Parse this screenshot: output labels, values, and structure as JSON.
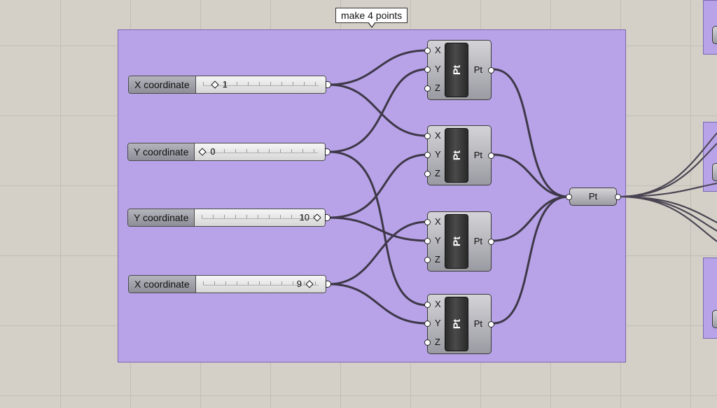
{
  "group": {
    "label": "make 4 points",
    "color": "#b8a3e8"
  },
  "sliders": [
    {
      "name": "X coordinate",
      "value": "1"
    },
    {
      "name": "Y coordinate",
      "value": "0"
    },
    {
      "name": "Y coordinate",
      "value": "10"
    },
    {
      "name": "X coordinate",
      "value": "9"
    }
  ],
  "components": [
    {
      "body": "Pt",
      "inputs": [
        "X",
        "Y",
        "Z"
      ],
      "output": "Pt"
    },
    {
      "body": "Pt",
      "inputs": [
        "X",
        "Y",
        "Z"
      ],
      "output": "Pt"
    },
    {
      "body": "Pt",
      "inputs": [
        "X",
        "Y",
        "Z"
      ],
      "output": "Pt"
    },
    {
      "body": "Pt",
      "inputs": [
        "X",
        "Y",
        "Z"
      ],
      "output": "Pt"
    }
  ],
  "param": {
    "label": "Pt"
  },
  "colors": {
    "canvas": "#d4d0c8",
    "group": "#b8a3e8",
    "wire": "#3e3848"
  }
}
